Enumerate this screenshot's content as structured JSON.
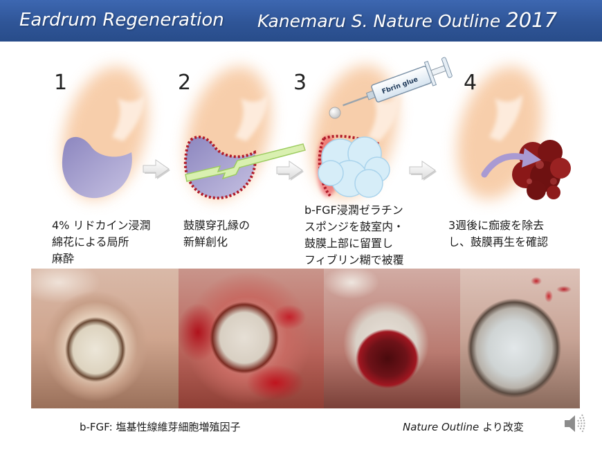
{
  "header": {
    "title": "Eardrum Regeneration",
    "citation": "Kanemaru S. Nature Outline",
    "year": "2017"
  },
  "steps": [
    {
      "number": "1",
      "lines": [
        "4% リドカイン浸潤",
        "綿花による局所",
        "麻酔"
      ]
    },
    {
      "number": "2",
      "lines": [
        "鼓膜穿孔縁の",
        "新鮮創化"
      ]
    },
    {
      "number": "3",
      "lines": [
        "b-FGF浸潤ゼラチン",
        "スポンジを鼓室内・",
        "鼓膜上部に留置し",
        "フィブリン糊で被覆"
      ]
    },
    {
      "number": "4",
      "lines": [
        "3週後に痂疲を除去",
        "し、鼓膜再生を確認"
      ]
    }
  ],
  "syringe_label": "Fbrin glue",
  "footnote": "b-FGF: 塩基性線維芽細胞増殖因子",
  "source": {
    "italic": "Nature Outline",
    "suffix": "より改変"
  },
  "icons": {
    "speaker": "speaker-icon",
    "step_arrow": "right-arrow-icon",
    "process_arrow": "curved-arrow-icon"
  },
  "colors": {
    "header_bg": "#2f5597",
    "header_text": "#ffffff",
    "ear_canal": "#f7c9a2",
    "membrane": "#9c96c6",
    "wound_outline": "#b01a28",
    "green_strip": "#d9f0b0",
    "sponge": "#d6edf8",
    "crust": "#7d1414"
  }
}
